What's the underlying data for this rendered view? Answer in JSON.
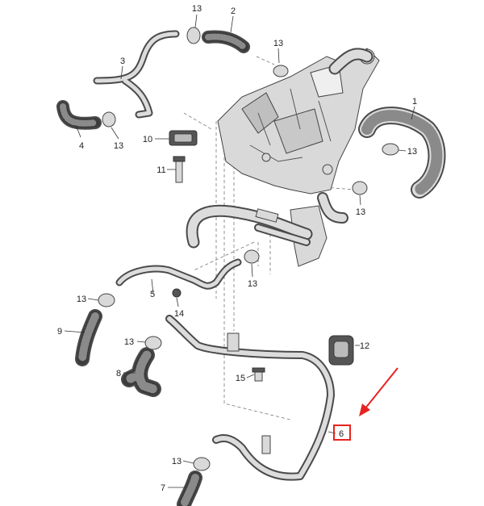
{
  "callouts": [
    {
      "text": "13"
    },
    {
      "text": "2"
    },
    {
      "text": "13"
    },
    {
      "text": "3"
    },
    {
      "text": "1"
    },
    {
      "text": "4"
    },
    {
      "text": "13"
    },
    {
      "text": "10"
    },
    {
      "text": "13"
    },
    {
      "text": "11"
    },
    {
      "text": "13"
    },
    {
      "text": "13"
    },
    {
      "text": "5"
    },
    {
      "text": "13"
    },
    {
      "text": "14"
    },
    {
      "text": "9"
    },
    {
      "text": "13"
    },
    {
      "text": "12"
    },
    {
      "text": "8"
    },
    {
      "text": "15"
    },
    {
      "text": "6"
    },
    {
      "text": "13"
    },
    {
      "text": "7"
    }
  ],
  "colors": {
    "highlight": "#e8231f",
    "hose_outline": "#4a4a4a",
    "hose_fill": "#dcdcdc",
    "line": "#333333"
  }
}
